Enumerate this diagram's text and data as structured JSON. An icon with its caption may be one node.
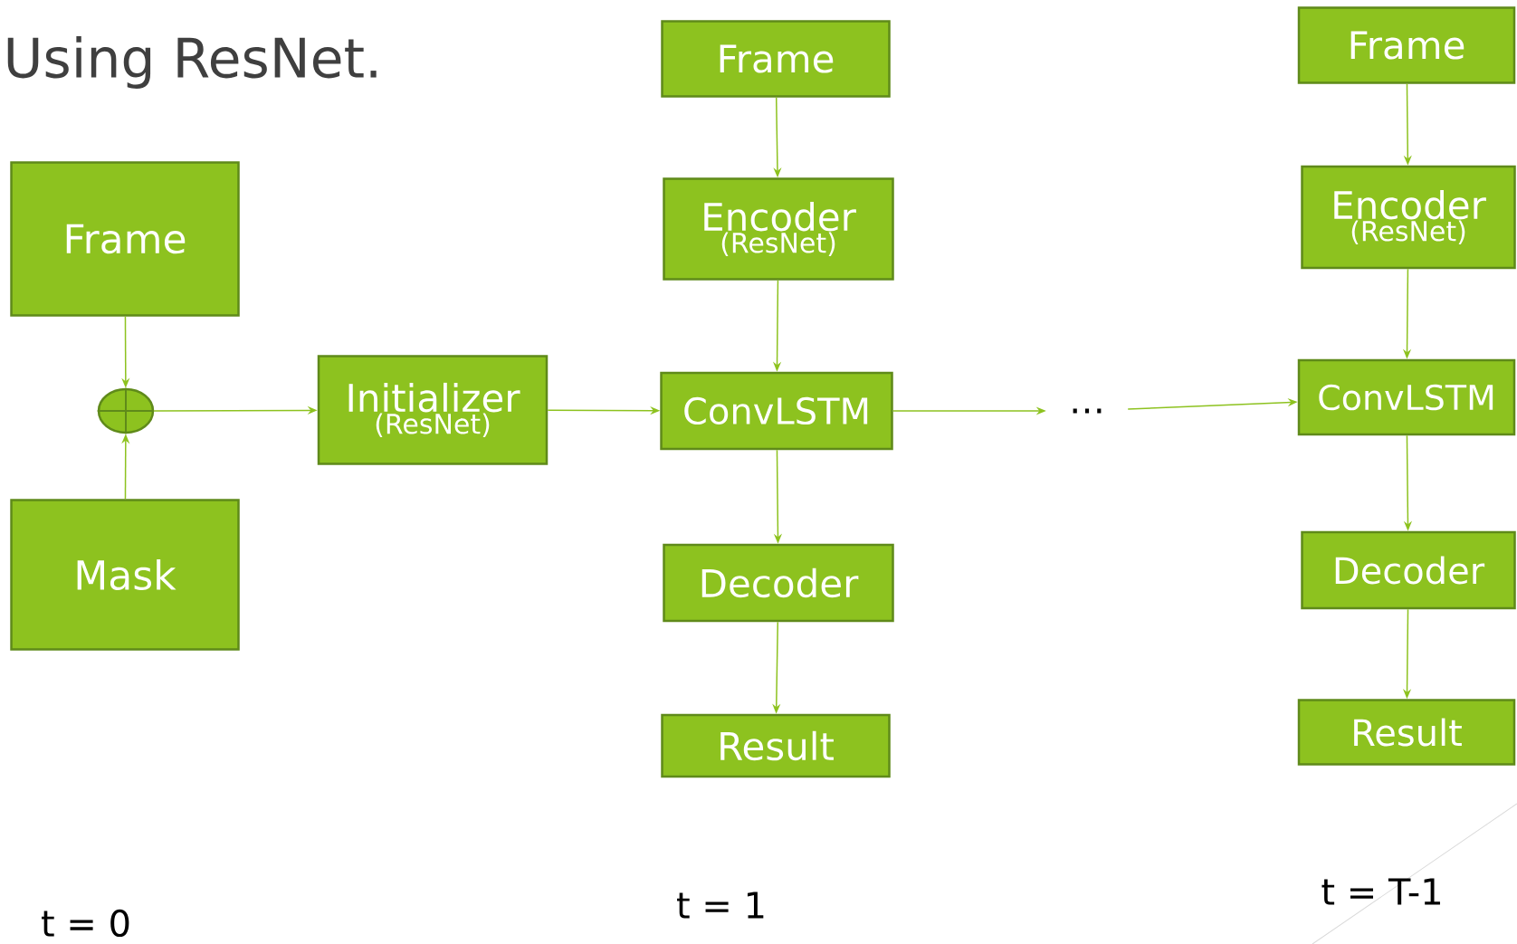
{
  "diagram": {
    "title": "Using ResNet.",
    "nodes": [
      {
        "text": [
          "Frame"
        ]
      },
      {
        "text": [
          "Mask"
        ]
      },
      {
        "text": [],
        "shape": "circle"
      },
      {
        "text": [
          "Initializer",
          "(ResNet)"
        ]
      },
      {
        "text": [
          "Frame"
        ]
      },
      {
        "text": [
          "Encoder",
          "(ResNet)"
        ]
      },
      {
        "text": [
          "ConvLSTM"
        ]
      },
      {
        "text": [
          "Decoder"
        ]
      },
      {
        "text": [
          "Result"
        ]
      },
      {
        "text": [
          "…"
        ]
      },
      {
        "text": [
          "Frame"
        ]
      },
      {
        "text": [
          "Encoder",
          "(ResNet)"
        ]
      },
      {
        "text": [
          "ConvLSTM"
        ]
      },
      {
        "text": [
          "Decoder"
        ]
      },
      {
        "text": [
          "Result"
        ]
      }
    ],
    "edges": [
      {
        "from": 0,
        "to": 2,
        "arrow": "to"
      },
      {
        "from": 1,
        "to": 2,
        "arrow": "to"
      },
      {
        "from": 2,
        "to": 3,
        "arrow": "to"
      },
      {
        "from": 3,
        "to": 6,
        "arrow": "to"
      },
      {
        "from": 4,
        "to": 5,
        "arrow": "to"
      },
      {
        "from": 5,
        "to": 6,
        "arrow": "to"
      },
      {
        "from": 6,
        "to": 7,
        "arrow": "to"
      },
      {
        "from": 7,
        "to": 8,
        "arrow": "to"
      },
      {
        "from": 6,
        "to": 9,
        "arrow": "to"
      },
      {
        "from": 9,
        "to": 12,
        "arrow": "to"
      },
      {
        "from": 10,
        "to": 11,
        "arrow": "to"
      },
      {
        "from": 11,
        "to": 12,
        "arrow": "to"
      },
      {
        "from": 12,
        "to": 13,
        "arrow": "to"
      },
      {
        "from": 13,
        "to": 14,
        "arrow": "to"
      }
    ],
    "labels": [
      "t = 0",
      "t = 1",
      "t = T-1"
    ]
  }
}
